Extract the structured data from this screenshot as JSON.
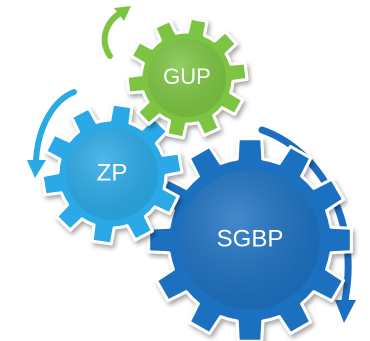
{
  "gears": {
    "gup": {
      "label": "GUP",
      "color": "#7cc442"
    },
    "zp": {
      "label": "ZP",
      "color": "#29a9e6"
    },
    "sgbp": {
      "label": "SGBP",
      "color": "#1c6fc0"
    }
  },
  "arrows": {
    "gup_arrow_color": "#7cc442",
    "zp_arrow_color": "#29a9e6",
    "sgbp_arrow_color": "#1c6fc0"
  }
}
